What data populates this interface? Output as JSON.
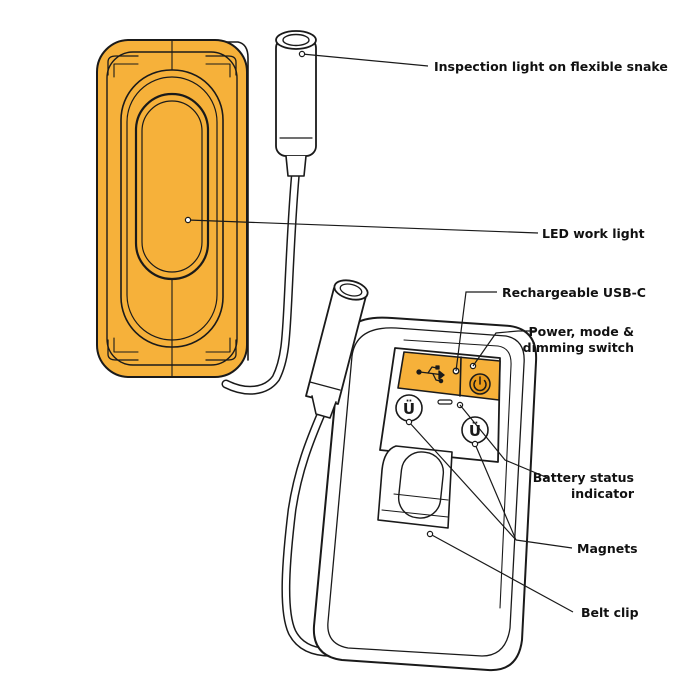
{
  "colors": {
    "accent": "#f6b13a",
    "accent_dark": "#e89a1c",
    "outline": "#1a1a1a",
    "background": "#ffffff"
  },
  "callouts": {
    "inspection_light": "Inspection light on flexible snake",
    "led_work_light": "LED work light",
    "usb_c": "Rechargeable USB-C",
    "power_line1": "Power, mode &",
    "power_line2": "dimming switch",
    "battery_line1": "Battery status",
    "battery_line2": "indicator",
    "magnets": "Magnets",
    "belt_clip": "Belt clip"
  },
  "icons": {
    "usb": "usb-icon",
    "power": "power-icon",
    "magnet": "magnet-icon"
  },
  "magnet_glyph": "Ü"
}
